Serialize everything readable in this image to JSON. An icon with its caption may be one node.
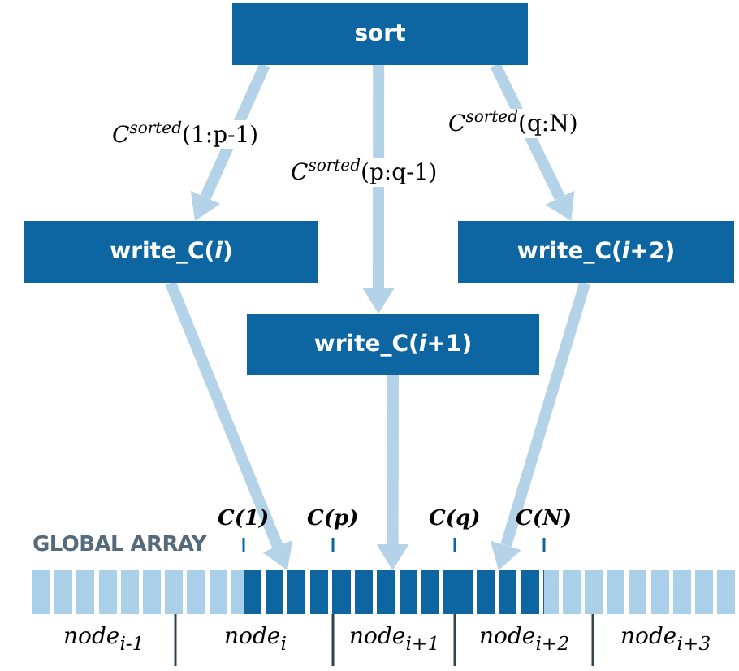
{
  "diagram": {
    "nodes": [
      {
        "text": [
          "sort"
        ]
      },
      {
        "text": [
          "write_C(*i*)"
        ]
      },
      {
        "text": [
          "write_C(*i*+1)"
        ]
      },
      {
        "text": [
          "write_C(*i*+2)"
        ]
      },
      {
        "text": [
          "GLOBAL ARRAY"
        ]
      },
      {
        "text": [],
        "shape": "bar",
        "in": 4
      },
      {
        "text": [],
        "shape": "bar",
        "in": 4
      },
      {
        "text": [],
        "shape": "bar",
        "in": 4
      }
    ],
    "edges": [
      {
        "from": 0,
        "to": 1,
        "arrow": "to",
        "label": "*C*$^{sorted}$(1:p-1)"
      },
      {
        "from": 0,
        "to": 2,
        "arrow": "to",
        "label": "*C*$^{sorted}$(p:q-1)"
      },
      {
        "from": 0,
        "to": 3,
        "arrow": "to",
        "label": "*C*$^{sorted}$(q:N)"
      },
      {
        "from": 1,
        "to": 5,
        "arrow": "to"
      },
      {
        "from": 2,
        "to": 6,
        "arrow": "to"
      },
      {
        "from": 3,
        "to": 7,
        "arrow": "to"
      }
    ],
    "labels": [
      "C(1)",
      "C(p)",
      "C(q)",
      "C(N)",
      "node$_{i-1}$",
      "node$_{i}$",
      "node$_{i+1}$",
      "node$_{i+2}$",
      "node$_{i+3}$"
    ]
  }
}
